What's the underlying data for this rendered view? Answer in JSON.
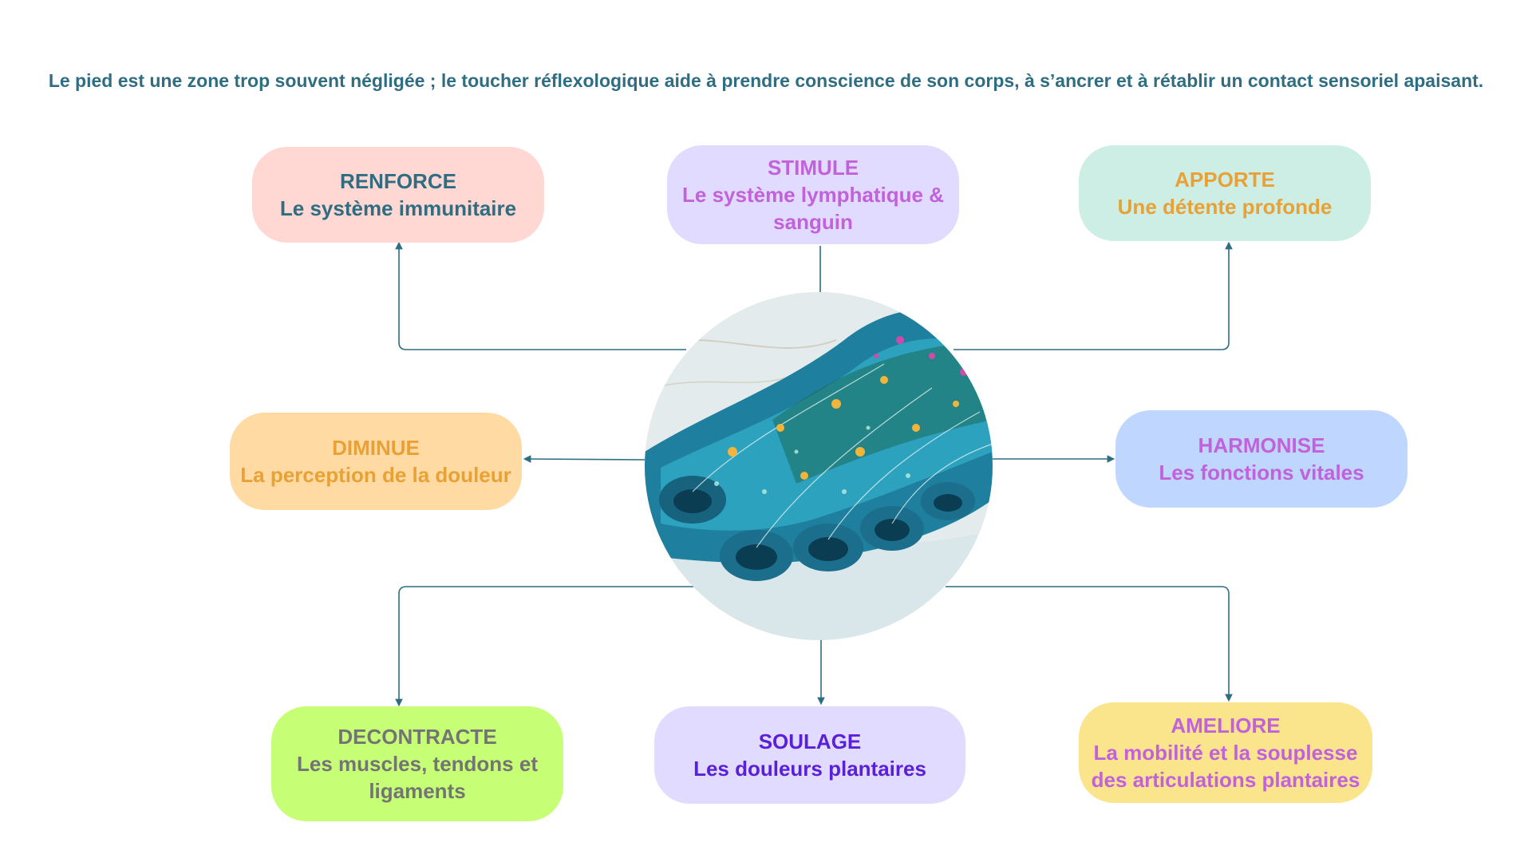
{
  "intro": "Le pied est une zone trop souvent négligée ; le toucher réflexologique aide à prendre conscience de son corps, à s’ancrer et à rétablir un contact sensoriel apaisant.",
  "benefits": [
    {
      "key": "renforce",
      "title": "RENFORCE",
      "text": "Le système immunitaire",
      "bg": "#ffd7d3",
      "title_color": "#2f6d83",
      "text_color": "#2f6d83"
    },
    {
      "key": "stimule",
      "title": "STIMULE",
      "text": "Le système lymphatique & sanguin",
      "bg": "#e0dbff",
      "title_color": "#c261dc",
      "text_color": "#c261dc"
    },
    {
      "key": "apporte",
      "title": "APPORTE",
      "text": "Une détente profonde",
      "bg": "#cceee4",
      "title_color": "#e9a135",
      "text_color": "#e9a135"
    },
    {
      "key": "diminue",
      "title": "DIMINUE",
      "text": "La perception de la douleur",
      "bg": "#ffdba3",
      "title_color": "#e9a135",
      "text_color": "#e9a135"
    },
    {
      "key": "harmonise",
      "title": "HARMONISE",
      "text": "Les fonctions vitales",
      "bg": "#bfd6ff",
      "title_color": "#c261dc",
      "text_color": "#c261dc"
    },
    {
      "key": "decontracte",
      "title": "DECONTRACTE",
      "text": "Les muscles, tendons et ligaments",
      "bg": "#c6ff76",
      "title_color": "#747474",
      "text_color": "#747474"
    },
    {
      "key": "soulage",
      "title": "SOULAGE",
      "text": "Les douleurs plantaires",
      "bg": "#e0dbff",
      "title_color": "#5a1fd9",
      "text_color": "#5a1fd9"
    },
    {
      "key": "ameliore",
      "title": "AMELIORE",
      "text": "La mobilité et la souplesse des articulations plantaires",
      "bg": "#fbe58c",
      "title_color": "#c261dc",
      "text_color": "#c261dc"
    }
  ],
  "hub_image": "foot-illustration",
  "connector_color": "#2f6d83"
}
